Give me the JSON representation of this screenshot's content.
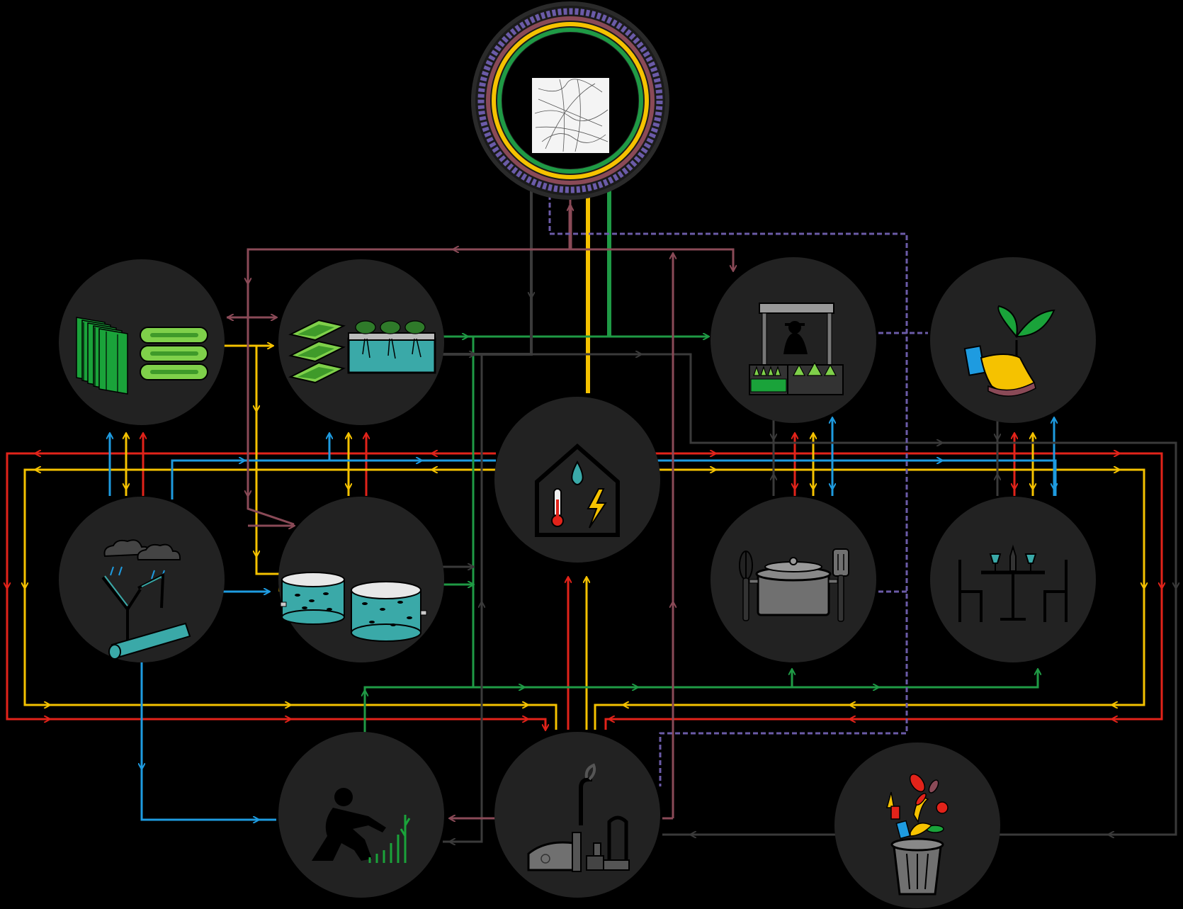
{
  "colors": {
    "background": "#000000",
    "node_fill": "#222222",
    "flow_red": "#e2231a",
    "flow_yellow": "#f5c200",
    "flow_blue": "#1e9be0",
    "flow_green": "#1f9a45",
    "flow_black": "#1a1a1a",
    "flow_mauve": "#8a4a57",
    "flow_purple": "#6b5ba8",
    "icon_green": "#1aa33a",
    "icon_light_green": "#7fd04a",
    "icon_teal": "#3aa9a8",
    "icon_gray": "#707070"
  },
  "nodes": [
    {
      "id": "city-hub",
      "icon": "city-map-icon"
    },
    {
      "id": "vertical-farm",
      "icon": "vertical-farm-icon"
    },
    {
      "id": "hydroponics",
      "icon": "hydroponics-icon"
    },
    {
      "id": "market",
      "icon": "market-stall-icon"
    },
    {
      "id": "nursery",
      "icon": "hand-seedling-icon"
    },
    {
      "id": "rain-harvest",
      "icon": "rain-gutter-icon"
    },
    {
      "id": "aquaculture",
      "icon": "fish-tank-icon"
    },
    {
      "id": "greenhouse-utilities",
      "icon": "greenhouse-utility-icon"
    },
    {
      "id": "kitchen",
      "icon": "cooking-pot-icon"
    },
    {
      "id": "restaurant",
      "icon": "dining-table-icon"
    },
    {
      "id": "urban-gardening",
      "icon": "gardener-icon"
    },
    {
      "id": "biodigester",
      "icon": "biodigester-icon"
    },
    {
      "id": "food-waste",
      "icon": "waste-bin-icon"
    }
  ]
}
